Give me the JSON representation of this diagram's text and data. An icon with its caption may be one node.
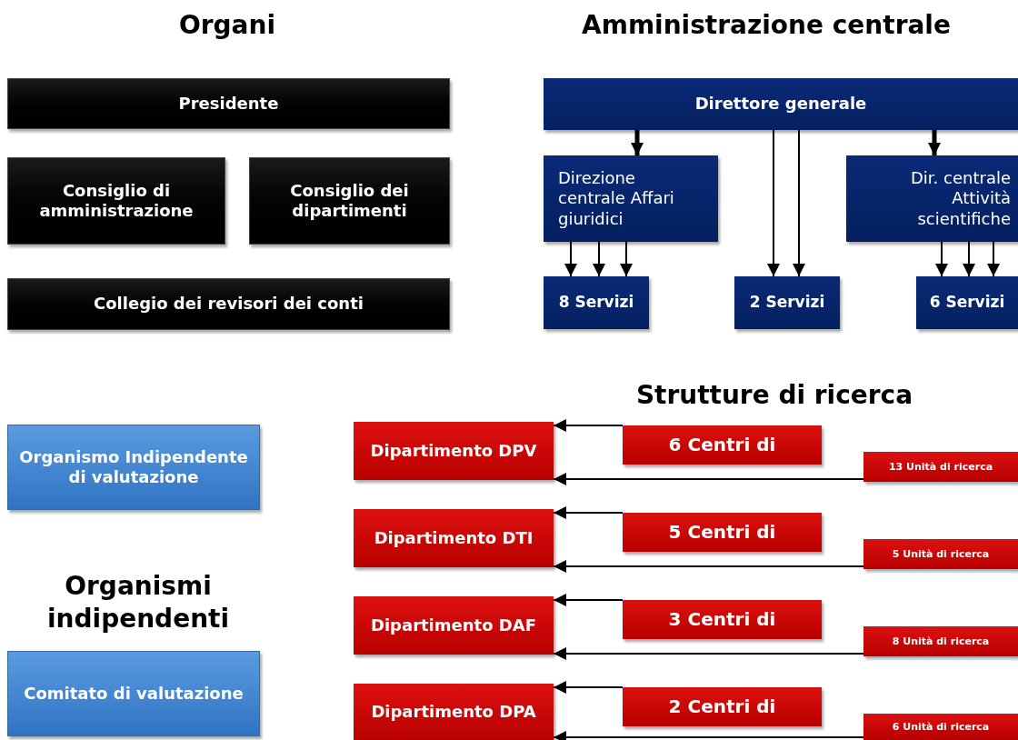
{
  "diagram": {
    "nodes": [
      {
        "text": [
          "Presidente"
        ]
      },
      {
        "text": [
          "Consiglio di amministrazione"
        ]
      },
      {
        "text": [
          "Consiglio dei dipartimenti"
        ]
      },
      {
        "text": [
          "Collegio dei revisori dei conti"
        ]
      },
      {
        "text": [
          "Direttore generale"
        ]
      },
      {
        "text": [
          "Direzione centrale Affari giuridici"
        ]
      },
      {
        "text": [
          "Dir. centrale Attività scientifiche"
        ]
      },
      {
        "text": [
          "8 Servizi"
        ]
      },
      {
        "text": [
          "2 Servizi"
        ]
      },
      {
        "text": [
          "6 Servizi"
        ]
      },
      {
        "text": [
          "Organismo Indipendente di valutazione"
        ]
      },
      {
        "text": [
          "Comitato di valutazione"
        ]
      },
      {
        "text": [
          "Dipartimento DPV"
        ]
      },
      {
        "text": [
          "6 Centri di"
        ]
      },
      {
        "text": [
          "13 Unità di ricerca"
        ]
      },
      {
        "text": [
          "Dipartimento DTI"
        ]
      },
      {
        "text": [
          "5 Centri di"
        ]
      },
      {
        "text": [
          "5 Unità di ricerca"
        ]
      },
      {
        "text": [
          "Dipartimento DAF"
        ]
      },
      {
        "text": [
          "3 Centri di"
        ]
      },
      {
        "text": [
          "8 Unità di ricerca"
        ]
      },
      {
        "text": [
          "Dipartimento DPA"
        ]
      },
      {
        "text": [
          "2 Centri di"
        ]
      },
      {
        "text": [
          "6 Unità di ricerca"
        ]
      }
    ],
    "edges": [
      {
        "from": 4,
        "to": 5,
        "arrow": "to",
        "style": "thick"
      },
      {
        "from": 4,
        "to": 8,
        "arrow": "to"
      },
      {
        "from": 4,
        "to": 8,
        "arrow": "to"
      },
      {
        "from": 4,
        "to": 6,
        "arrow": "to",
        "style": "thick"
      },
      {
        "from": 5,
        "to": 7,
        "arrow": "to"
      },
      {
        "from": 5,
        "to": 7,
        "arrow": "to"
      },
      {
        "from": 5,
        "to": 7,
        "arrow": "to"
      },
      {
        "from": 6,
        "to": 9,
        "arrow": "to"
      },
      {
        "from": 6,
        "to": 9,
        "arrow": "to"
      },
      {
        "from": 6,
        "to": 9,
        "arrow": "to"
      },
      {
        "from": 13,
        "to": 12,
        "arrow": "to"
      },
      {
        "from": 14,
        "to": 12,
        "arrow": "to"
      },
      {
        "from": 16,
        "to": 15,
        "arrow": "to"
      },
      {
        "from": 17,
        "to": 15,
        "arrow": "to"
      },
      {
        "from": 19,
        "to": 18,
        "arrow": "to"
      },
      {
        "from": 20,
        "to": 18,
        "arrow": "to"
      },
      {
        "from": 22,
        "to": 21,
        "arrow": "to"
      },
      {
        "from": 23,
        "to": 21,
        "arrow": "to"
      }
    ],
    "labels": [
      "Organi",
      "Amministrazione centrale",
      "Strutture di ricerca",
      "Organismi indipendenti"
    ]
  }
}
